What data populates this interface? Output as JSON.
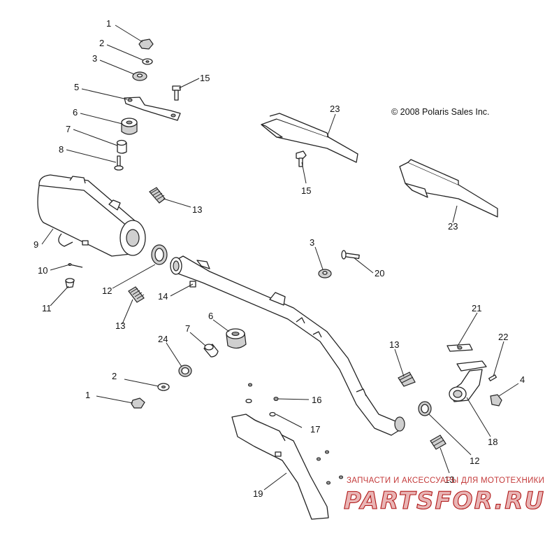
{
  "copyright": "© 2008 Polaris Sales Inc.",
  "watermark": {
    "tagline": "ЗАПЧАСТИ И АКСЕССУАРЫ ДЛЯ МОТОТЕХНИКИ",
    "brand": "PARTSFOR.RU"
  },
  "callouts": [
    {
      "id": "c1a",
      "label": "1"
    },
    {
      "id": "c2a",
      "label": "2"
    },
    {
      "id": "c3a",
      "label": "3"
    },
    {
      "id": "c5",
      "label": "5"
    },
    {
      "id": "c15a",
      "label": "15"
    },
    {
      "id": "c6a",
      "label": "6"
    },
    {
      "id": "c7a",
      "label": "7"
    },
    {
      "id": "c8",
      "label": "8"
    },
    {
      "id": "c23a",
      "label": "23"
    },
    {
      "id": "c15b",
      "label": "15"
    },
    {
      "id": "c23b",
      "label": "23"
    },
    {
      "id": "c13a",
      "label": "13"
    },
    {
      "id": "c9",
      "label": "9"
    },
    {
      "id": "c10",
      "label": "10"
    },
    {
      "id": "c11",
      "label": "11"
    },
    {
      "id": "c12a",
      "label": "12"
    },
    {
      "id": "c14",
      "label": "14"
    },
    {
      "id": "c13b",
      "label": "13"
    },
    {
      "id": "c3b",
      "label": "3"
    },
    {
      "id": "c20",
      "label": "20"
    },
    {
      "id": "c7b",
      "label": "7"
    },
    {
      "id": "c6b",
      "label": "6"
    },
    {
      "id": "c24",
      "label": "24"
    },
    {
      "id": "c21",
      "label": "21"
    },
    {
      "id": "c13c",
      "label": "13"
    },
    {
      "id": "c22",
      "label": "22"
    },
    {
      "id": "c4",
      "label": "4"
    },
    {
      "id": "c2b",
      "label": "2"
    },
    {
      "id": "c1b",
      "label": "1"
    },
    {
      "id": "c16",
      "label": "16"
    },
    {
      "id": "c17",
      "label": "17"
    },
    {
      "id": "c18",
      "label": "18"
    },
    {
      "id": "c12b",
      "label": "12"
    },
    {
      "id": "c13d",
      "label": "13"
    },
    {
      "id": "c19",
      "label": "19"
    }
  ]
}
